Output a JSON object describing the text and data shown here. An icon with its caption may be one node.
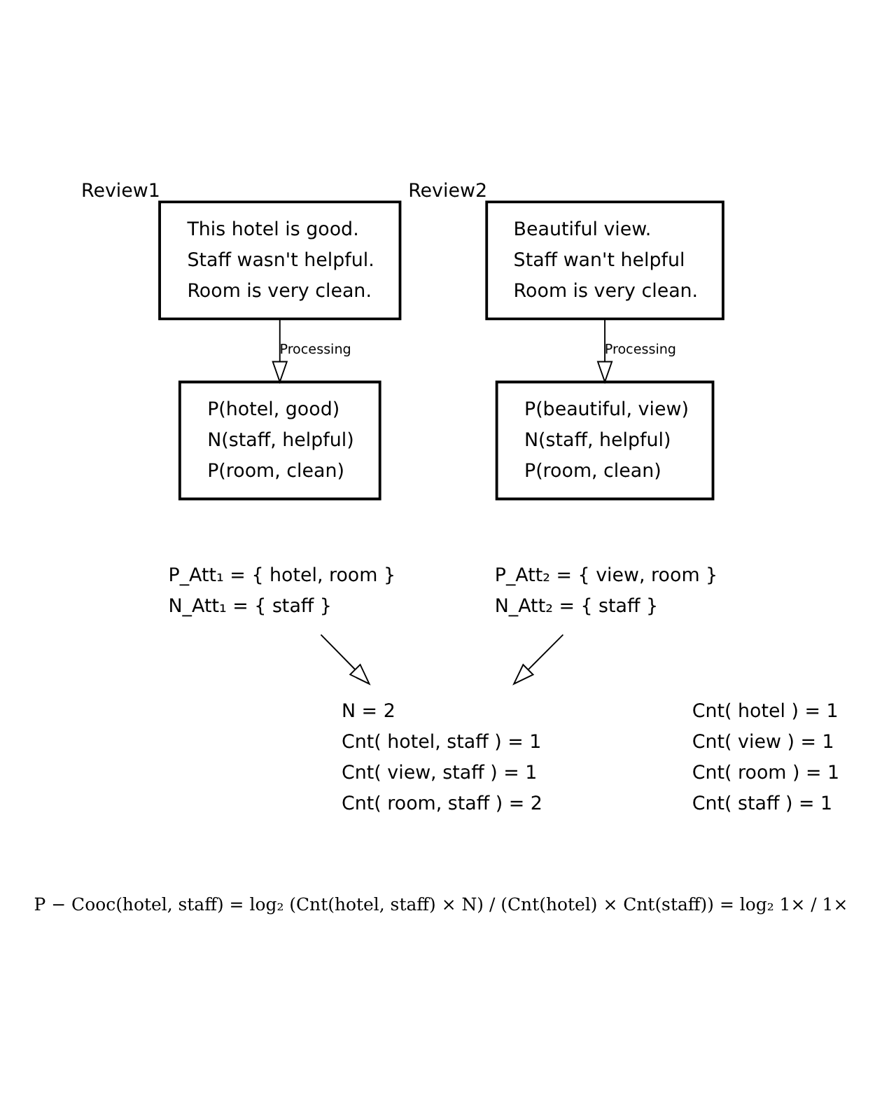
{
  "diagram": {
    "nodes": [
      {
        "text": [
          "This hotel is good.",
          "Staff wasn't helpful.",
          "Room is very clean."
        ],
        "beside": [
          "Review1"
        ]
      },
      {
        "text": [
          "Beautiful view.",
          "Staff wan't helpful",
          "Room is very clean."
        ],
        "beside": [
          "Review2"
        ]
      },
      {
        "text": [
          "P(hotel, good)",
          "N(staff, helpful)",
          "P(room, clean)"
        ]
      },
      {
        "text": [
          "P(beautiful, view)",
          "N(staff, helpful)",
          "P(room, clean)"
        ]
      },
      {
        "text": [
          "P_Att₁ = { hotel, room }",
          "N_Att₁ = { staff }"
        ]
      },
      {
        "text": [
          "P_Att₂ = { view, room }",
          "N_Att₂ = { staff }"
        ]
      },
      {
        "text": [
          "N = 2",
          "Cnt( hotel, staff ) = 1",
          "Cnt( view, staff ) = 1",
          "Cnt( room, staff ) = 2"
        ]
      },
      {
        "text": [
          "Cnt( hotel ) = 1",
          "Cnt( view ) = 1",
          "Cnt( room ) = 1",
          "Cnt( staff ) = 1"
        ]
      }
    ],
    "edges": [
      {
        "from": 0,
        "to": 2,
        "arrow": "to",
        "label": "Processing"
      },
      {
        "from": 1,
        "to": 3,
        "arrow": "to",
        "label": "Processing"
      },
      {
        "from": 4,
        "to": 6,
        "arrow": "to"
      },
      {
        "from": 5,
        "to": 6,
        "arrow": "to"
      }
    ],
    "labels": [
      "P − Cooc(hotel, staff) = log₂ (Cnt(hotel, staff) × N) / (Cnt(hotel) × Cnt(staff)) = log₂ 1× / 1×"
    ]
  }
}
